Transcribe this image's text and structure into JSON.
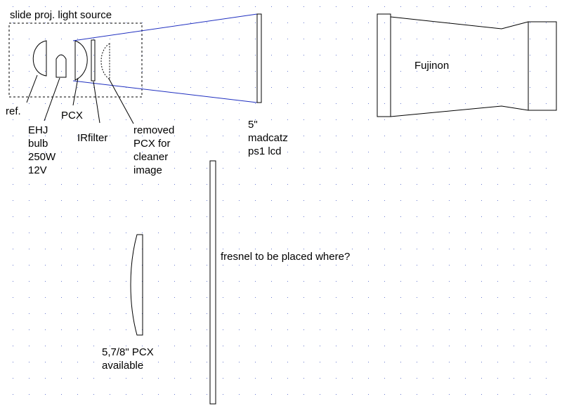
{
  "labels": {
    "title": "slide proj. light source",
    "reflector": "ref.",
    "bulb": [
      "EHJ",
      "bulb",
      "250W",
      "12V"
    ],
    "pcx": "PCX",
    "ir_filter": "IRfilter",
    "removed_pcx": [
      "removed",
      "PCX for",
      "cleaner",
      "image"
    ],
    "lcd": [
      "5\"",
      "madcatz",
      "ps1 lcd"
    ],
    "lens": "Fujinon",
    "fresnel_question": "fresnel to be placed where?",
    "pcx_available": [
      "5,7/8\" PCX",
      "available"
    ]
  },
  "colors": {
    "background": "#ffffff",
    "grid_dot": "#6a7bd0",
    "ink": "#000000",
    "beam": "#1f2fc0"
  }
}
